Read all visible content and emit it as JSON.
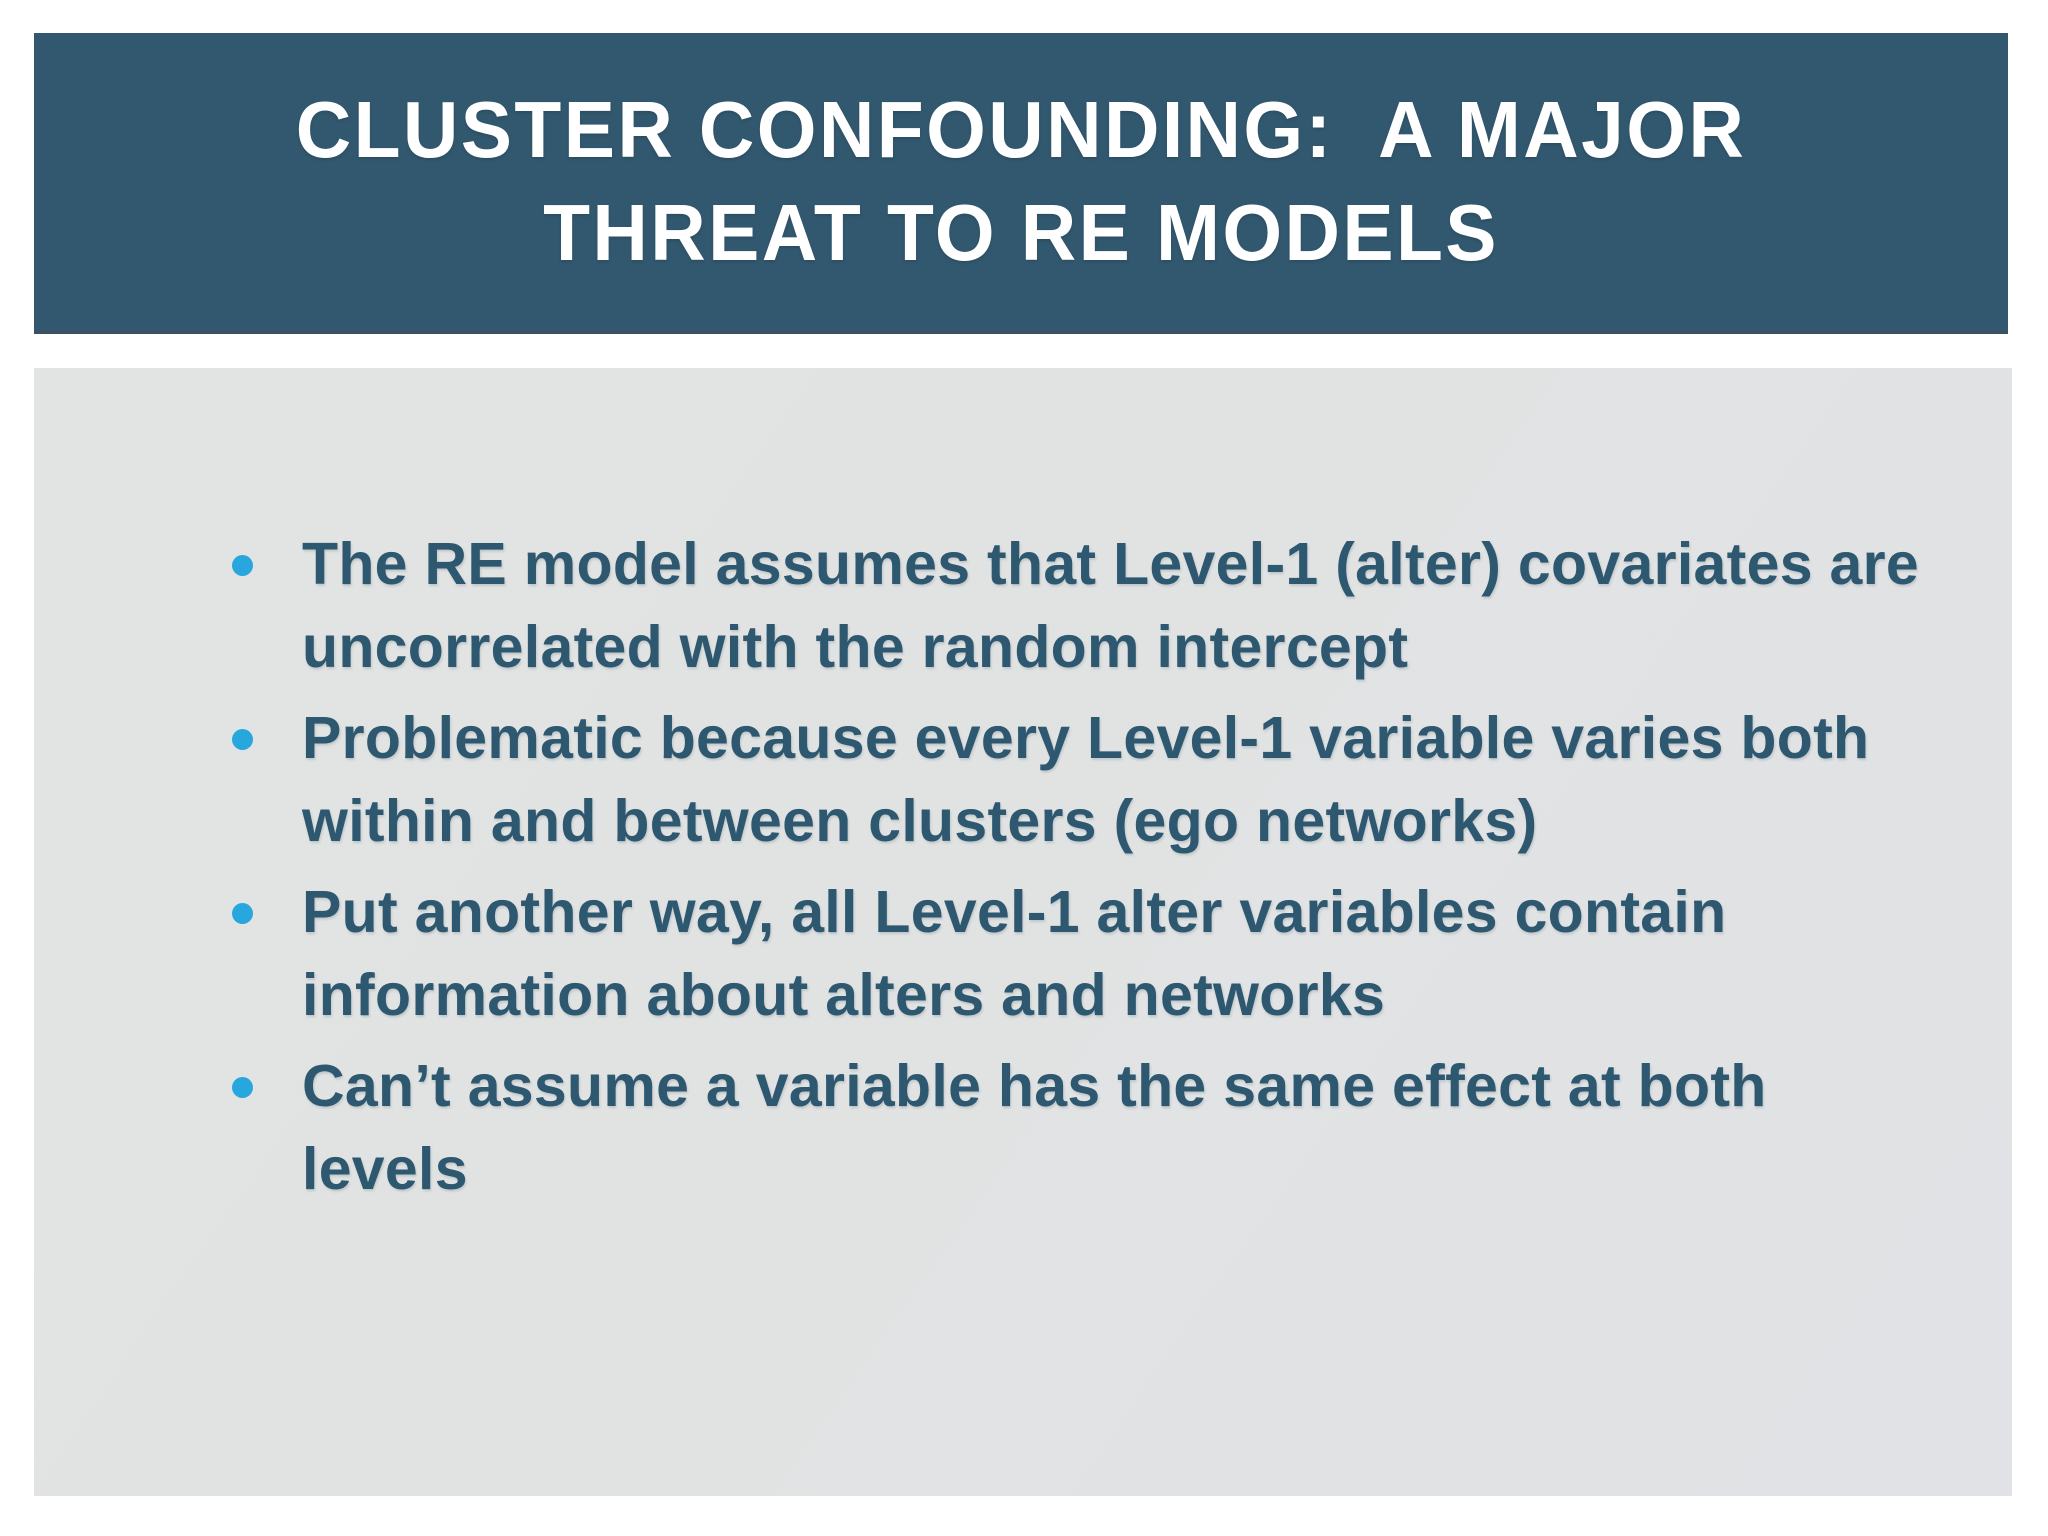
{
  "slide": {
    "title": "Cluster Confounding:  A Major Threat to RE Models",
    "title_display": "CLUSTER CONFOUNDING:  A MAJOR THREAT TO RE MODELS",
    "colors": {
      "title_band": "#32586F",
      "title_text": "#FFFFFF",
      "body_background": "#E1E3E3",
      "body_text": "#2E5770",
      "bullet_marker": "#27A7DE",
      "slide_background": "#FFFFFF"
    },
    "bullets": [
      {
        "marker": "bullet-dot",
        "text": "The RE model assumes that Level-1 (alter) covariates are uncorrelated with the random intercept"
      },
      {
        "marker": "bullet-dot",
        "text": "Problematic because every Level-1 variable varies both within and between clusters (ego networks)"
      },
      {
        "marker": "bullet-dot",
        "text": "Put another way, all Level-1 alter variables contain information about alters and networks"
      },
      {
        "marker": "bullet-dot",
        "text": "Can’t assume a variable has the same effect at both levels"
      }
    ]
  }
}
